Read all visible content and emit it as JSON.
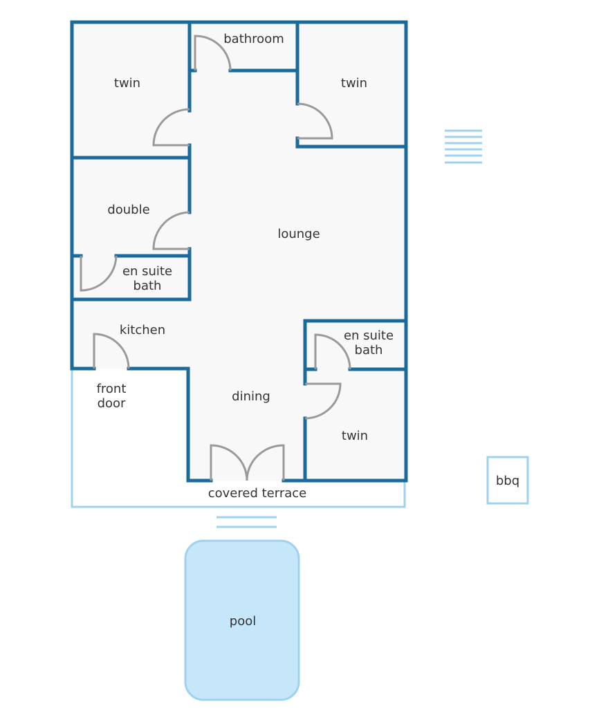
{
  "colors": {
    "wall": "#1a6a9c",
    "door": "#9a9a9a",
    "outdoor": "#9fd2ef",
    "pool": "#c6e6f9",
    "floor": "#f8f8f8"
  },
  "rooms": {
    "twin_nw": "twin",
    "bathroom": "bathroom",
    "twin_ne": "twin",
    "double": "double",
    "lounge": "lounge",
    "ensuite_w_1": "en suite",
    "ensuite_w_2": "bath",
    "kitchen": "kitchen",
    "front_door_1": "front",
    "front_door_2": "door",
    "dining": "dining",
    "ensuite_e_1": "en suite",
    "ensuite_e_2": "bath",
    "twin_se": "twin",
    "terrace": "covered terrace",
    "bbq": "bbq",
    "pool": "pool"
  }
}
